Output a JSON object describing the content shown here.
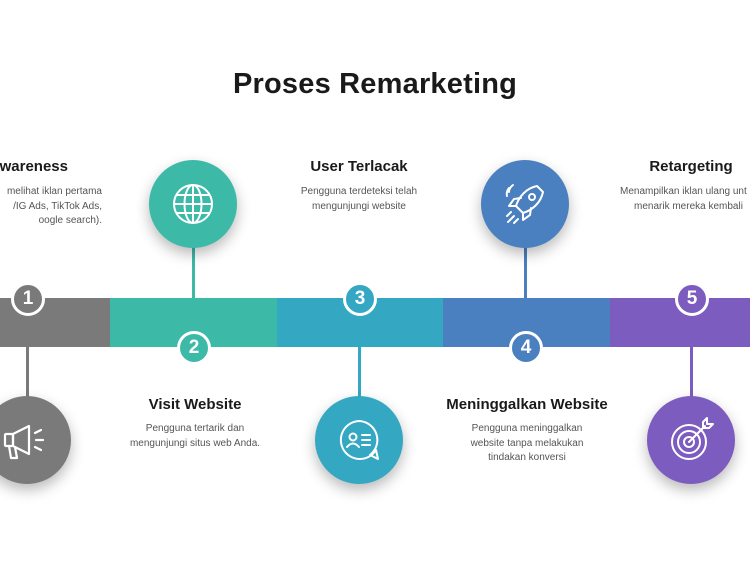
{
  "title": "Proses Remarketing",
  "colors": {
    "step1": "#7a7a7a",
    "step2": "#3db9a8",
    "step3": "#34a7c3",
    "step4": "#4a7fc0",
    "step5": "#7d5cc0"
  },
  "steps": [
    {
      "number": "1",
      "title": "wareness",
      "desc": [
        "melihat iklan pertama",
        "/IG Ads, TikTok Ads,",
        "oogle search)."
      ],
      "icon": "megaphone-icon"
    },
    {
      "number": "2",
      "title": "Visit Website",
      "desc": [
        "Pengguna tertarik dan",
        "mengunjungi situs web Anda."
      ],
      "icon": "globe-icon"
    },
    {
      "number": "3",
      "title": "User Terlacak",
      "desc": [
        "Pengguna terdeteksi telah",
        "mengunjungi website"
      ],
      "icon": "user-tracking-icon"
    },
    {
      "number": "4",
      "title": "Meninggalkan Website",
      "desc": [
        "Pengguna meninggalkan",
        "website tanpa melakukan",
        "tindakan konversi"
      ],
      "icon": "rocket-icon"
    },
    {
      "number": "5",
      "title": "Retargeting",
      "desc": [
        "Menampilkan iklan ulang unt",
        "menarik mereka kembali"
      ],
      "icon": "target-icon"
    }
  ]
}
